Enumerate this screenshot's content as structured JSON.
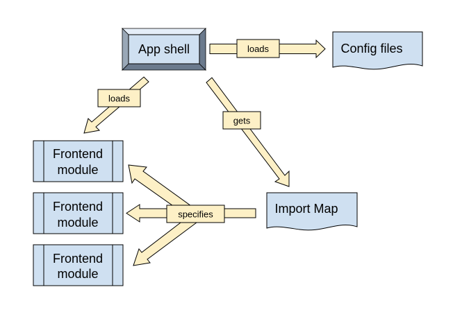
{
  "nodes": {
    "app_shell": "App shell",
    "config_files": "Config files",
    "import_map": "Import Map",
    "frontend_module_1": [
      "Frontend",
      "module"
    ],
    "frontend_module_2": [
      "Frontend",
      "module"
    ],
    "frontend_module_3": [
      "Frontend",
      "module"
    ]
  },
  "edges": {
    "shell_to_config": "loads",
    "shell_to_modules": "loads",
    "shell_to_importmap": "gets",
    "importmap_to_modules": "specifies"
  },
  "colors": {
    "node_fill": "#cfe0f1",
    "arrow_fill": "#fdf0c6",
    "stroke": "#000000"
  }
}
